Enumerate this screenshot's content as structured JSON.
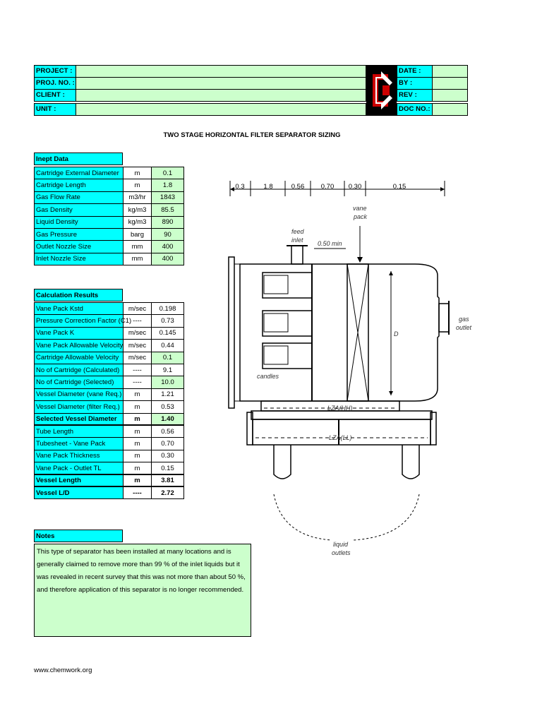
{
  "header": {
    "left_labels": [
      "PROJECT :",
      "PROJ. NO. :",
      "CLIENT :",
      "UNIT  :"
    ],
    "right_labels": [
      "DATE :",
      "BY  :",
      "REV  :",
      "DOC NO.:"
    ]
  },
  "title": "TWO STAGE HORIZONTAL FILTER SEPARATOR SIZING",
  "input": {
    "heading": "Inept Data",
    "rows": [
      {
        "label": "Cartridge External Diameter",
        "unit": "m",
        "value": "0.1"
      },
      {
        "label": "Cartridge Length",
        "unit": "m",
        "value": "1.8"
      },
      {
        "label": "Gas Flow Rate",
        "unit": "m3/hr",
        "value": "1843"
      },
      {
        "label": "Gas Density",
        "unit": "kg/m3",
        "value": "85.5"
      },
      {
        "label": "Liquid Density",
        "unit": "kg/m3",
        "value": "890"
      },
      {
        "label": "Gas Pressure",
        "unit": "barg",
        "value": "90"
      },
      {
        "label": "Outlet Nozzle Size",
        "unit": "mm",
        "value": "400"
      },
      {
        "label": "Inlet Nozzle Size",
        "unit": "mm",
        "value": "400"
      }
    ]
  },
  "results": {
    "heading": "Calculation Results",
    "rows": [
      {
        "label": "Vane Pack Kstd",
        "unit": "m/sec",
        "value": "0.198"
      },
      {
        "label": "Pressure Correction Factor  (C1)",
        "unit": "----",
        "value": "0.73"
      },
      {
        "label": "Vane Pack  K",
        "unit": "m/sec",
        "value": "0.145"
      },
      {
        "label": "Vane Pack Allowable Velocity",
        "unit": "m/sec",
        "value": "0.44"
      },
      {
        "label": "Cartridge Allowable Velocity",
        "unit": "m/sec",
        "value": "0.1"
      },
      {
        "label": "No of Cartridge (Calculated)",
        "unit": "----",
        "value": "9.1"
      },
      {
        "label": "No of Cartridge (Selected)",
        "unit": "----",
        "value": "10.0"
      },
      {
        "label": "Vessel Diameter (vane Req.)",
        "unit": "m",
        "value": "1.21"
      },
      {
        "label": "Vessel Diameter (filter Req.)",
        "unit": "m",
        "value": "0.53"
      },
      {
        "label": "Selected Vessel Diameter",
        "unit": "m",
        "value": "1.40"
      },
      {
        "label": "Tube Length",
        "unit": "m",
        "value": "0.56"
      },
      {
        "label": "Tubesheet  -  Vane Pack",
        "unit": "m",
        "value": "0.70"
      },
      {
        "label": "Vane Pack Thickness",
        "unit": "m",
        "value": "0.30"
      },
      {
        "label": "Vane Pack  - Outlet TL",
        "unit": "m",
        "value": "0.15"
      },
      {
        "label": "Vessel Length",
        "unit": "m",
        "value": "3.81"
      },
      {
        "label": "Vessel L/D",
        "unit": "----",
        "value": "2.72"
      }
    ]
  },
  "notes": {
    "heading": "Notes",
    "text": "This type of separator has been installed at many locations and is generally claimed to remove more than 99 % of the inlet liquids but it was revealed in recent survey that this was not more than about 50 %, and therefore application of this separator is no longer recommended."
  },
  "diagram": {
    "dims": [
      "0.3",
      "1.8",
      "0.56",
      "0.70",
      "0.30",
      "0.15"
    ],
    "labels": {
      "vane_pack_1": "vane",
      "vane_pack_2": "pack",
      "feed_1": "feed",
      "feed_2": "inlet",
      "min_dist": "0.50  min",
      "d": "D",
      "gas_1": "gas",
      "gas_2": "outlet",
      "candles": "candles",
      "lza_hh": "LZA(HH)",
      "lza_ll": "LZA(LL)",
      "liquid_1": "liquid",
      "liquid_2": "outlets"
    }
  },
  "footer": "www.chemwork.org",
  "colors": {
    "cyan": "#00ffff",
    "green": "#ccffcc",
    "logo_red": "#cc0000"
  }
}
